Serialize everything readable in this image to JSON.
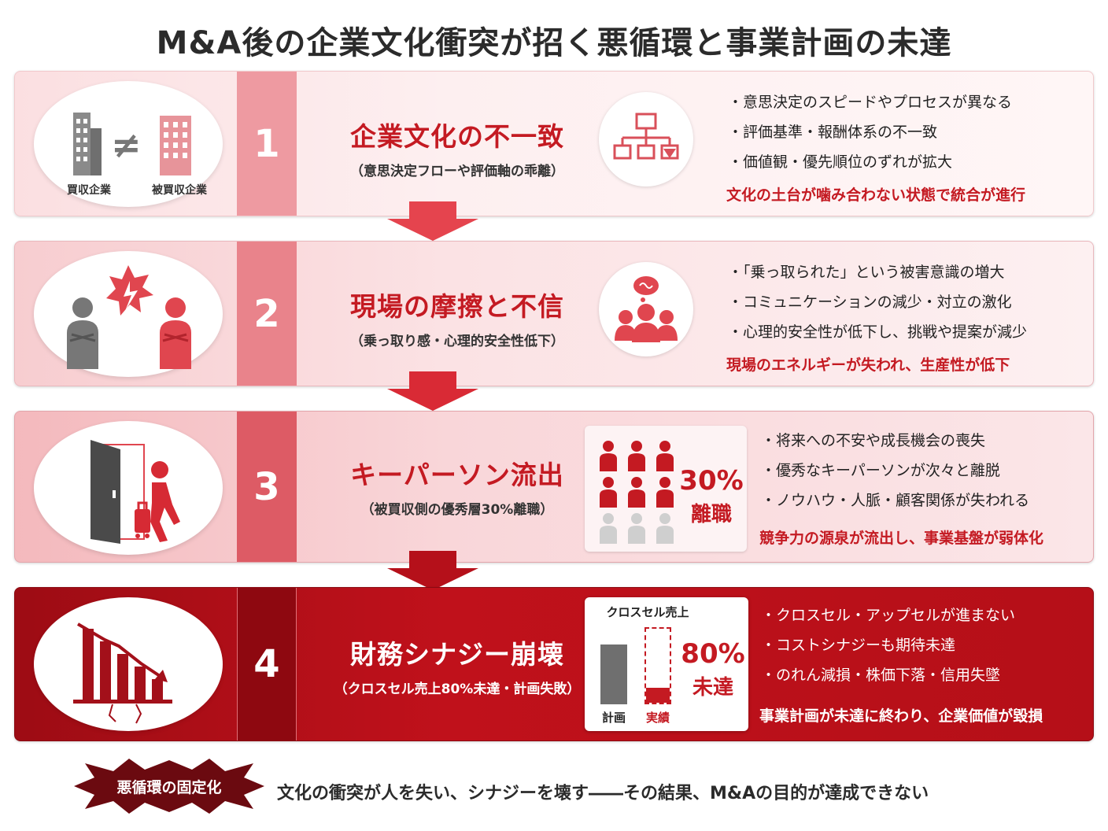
{
  "title": "M&A後の企業文化衝突が招く悪循環と事業計画の未達",
  "colors": {
    "accent": "#c41a22",
    "dark_red": "#9d0c14",
    "gray": "#888888"
  },
  "stages": [
    {
      "number": "1",
      "heading": "企業文化の不一致",
      "subheading": "（意思決定フローや評価軸の乖離）",
      "icon_labels": {
        "left": "買収企業",
        "right": "被買収企業",
        "symbol": "≠"
      },
      "bullets": [
        "意思決定のスピードやプロセスが異なる",
        "評価基準・報酬体系の不一致",
        "価値観・優先順位のずれが拡大"
      ],
      "conclusion": "文化の土台が噛み合わない状態で統合が進行"
    },
    {
      "number": "2",
      "heading": "現場の摩擦と不信",
      "subheading": "（乗っ取り感・心理的安全性低下）",
      "bullets": [
        "「乗っ取られた」という被害意識の増大",
        "コミュニケーションの減少・対立の激化",
        "心理的安全性が低下し、挑戦や提案が減少"
      ],
      "conclusion": "現場のエネルギーが失われ、生産性が低下"
    },
    {
      "number": "3",
      "heading": "キーパーソン流出",
      "subheading": "（被買収側の優秀層30%離職）",
      "stat": {
        "value": "30%",
        "label": "離職",
        "fraction_left": 0.3
      },
      "bullets": [
        "将来への不安や成長機会の喪失",
        "優秀なキーパーソンが次々と離脱",
        "ノウハウ・人脈・顧客関係が失われる"
      ],
      "conclusion": "競争力の源泉が流出し、事業基盤が弱体化"
    },
    {
      "number": "4",
      "heading": "財務シナジー崩壊",
      "subheading": "（クロスセル売上80%未達・計画失敗）",
      "chart": {
        "title": "クロスセル売上",
        "plan_label": "計画",
        "actual_label": "実績",
        "stat_value": "80%",
        "stat_label": "未達",
        "actual_fraction": 0.2
      },
      "bullets": [
        "クロスセル・アップセルが進まない",
        "コストシナジーも期待未達",
        "のれん減損・株価下落・信用失墜"
      ],
      "conclusion": "事業計画が未達に終わり、企業価値が毀損"
    }
  ],
  "footer": {
    "badge": "悪循環の固定化",
    "text": "文化の衝突が人を失い、シナジーを壊す――その結果、M&Aの目的が達成できない"
  }
}
